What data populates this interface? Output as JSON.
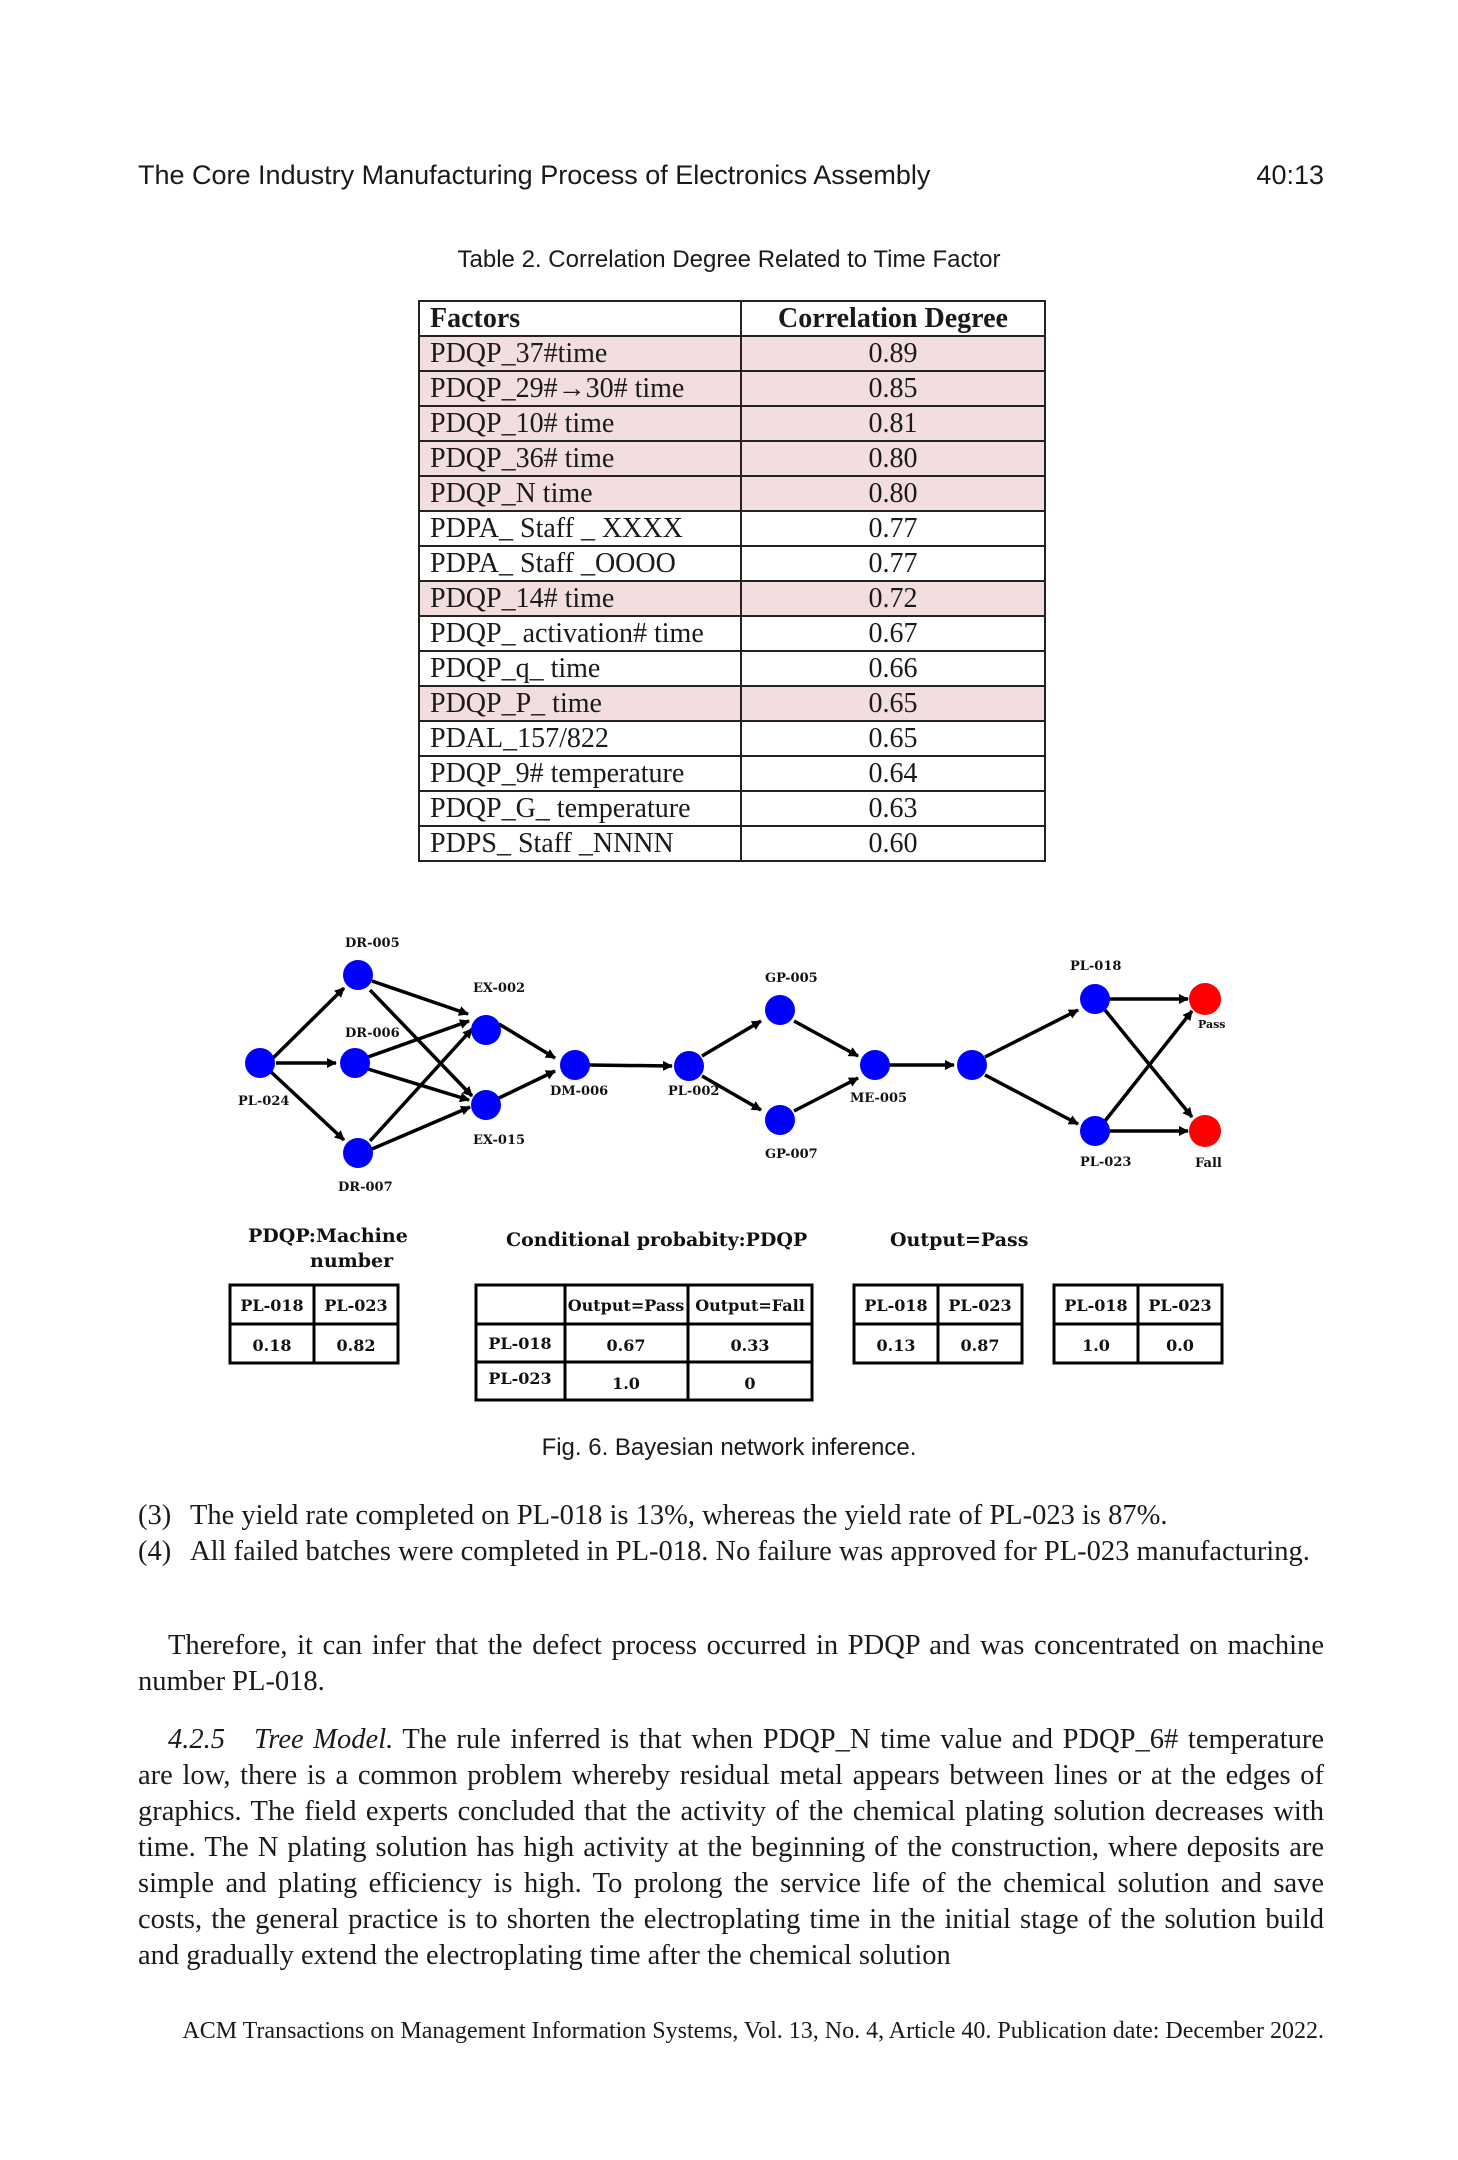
{
  "header": {
    "title": "The Core Industry Manufacturing Process of Electronics Assembly",
    "page": "40:13"
  },
  "table": {
    "caption": "Table 2.  Correlation Degree Related to Time Factor",
    "headers": [
      "Factors",
      "Correlation Degree"
    ],
    "rows": [
      {
        "factor": "PDQP_37#time",
        "value": "0.89",
        "highlight": true
      },
      {
        "factor": "PDQP_29#→30# time",
        "value": "0.85",
        "highlight": true
      },
      {
        "factor": "PDQP_10# time",
        "value": "0.81",
        "highlight": true
      },
      {
        "factor": "PDQP_36# time",
        "value": "0.80",
        "highlight": true
      },
      {
        "factor": "PDQP_N time",
        "value": "0.80",
        "highlight": true
      },
      {
        "factor": "PDPA_ Staff _ XXXX",
        "value": "0.77",
        "highlight": false
      },
      {
        "factor": "PDPA_ Staff _OOOO",
        "value": "0.77",
        "highlight": false
      },
      {
        "factor": "PDQP_14# time",
        "value": "0.72",
        "highlight": true
      },
      {
        "factor": "PDQP_ activation# time",
        "value": "0.67",
        "highlight": false
      },
      {
        "factor": "PDQP_q_ time",
        "value": "0.66",
        "highlight": false
      },
      {
        "factor": "PDQP_P_ time",
        "value": "0.65",
        "highlight": true
      },
      {
        "factor": "PDAL_157/822",
        "value": "0.65",
        "highlight": false
      },
      {
        "factor": "PDQP_9# temperature",
        "value": "0.64",
        "highlight": false
      },
      {
        "factor": "PDQP_G_ temperature",
        "value": "0.63",
        "highlight": false
      },
      {
        "factor": "PDPS_ Staff _NNNN",
        "value": "0.60",
        "highlight": false
      }
    ],
    "highlight_color": "#f2dede"
  },
  "figure": {
    "caption": "Fig. 6.  Bayesian network inference.",
    "node_color": "#0000ff",
    "end_color": "#ff0000",
    "nodes": {
      "pl024": "PL-024",
      "dr005": "DR-005",
      "dr006": "DR-006",
      "dr007": "DR-007",
      "ex002": "EX-002",
      "ex015": "EX-015",
      "dm006": "DM-006",
      "pl002": "PL-002",
      "gp005": "GP-005",
      "gp007": "GP-007",
      "me005": "ME-005",
      "pl018": "PL-018",
      "pl023": "PL-023",
      "pass": "Pass",
      "fall": "Fall"
    },
    "machine_title": "PDQP:Machine",
    "machine_title2": "number",
    "machine_table": {
      "h1": "PL-018",
      "h2": "PL-023",
      "v1": "0.18",
      "v2": "0.82"
    },
    "cond_title": "Conditional probabity:PDQP",
    "cond_table": {
      "h1": "Output=Pass",
      "h2": "Output=Fall",
      "r1": "PL-018",
      "r1v1": "0.67",
      "r1v2": "0.33",
      "r2": "PL-023",
      "r2v1": "1.0",
      "r2v2": "0"
    },
    "output_title": "Output=Pass",
    "out_table1": {
      "h1": "PL-018",
      "h2": "PL-023",
      "v1": "0.13",
      "v2": "0.87"
    },
    "out_table2": {
      "h1": "PL-018",
      "h2": "PL-023",
      "v1": "1.0",
      "v2": "0.0"
    }
  },
  "list": [
    {
      "num": "(3)",
      "text": "The yield rate completed on PL-018 is 13%, whereas the yield rate of PL-023 is 87%."
    },
    {
      "num": "(4)",
      "text": "All failed batches were completed in PL-018. No failure was approved for PL-023 manufacturing."
    }
  ],
  "paragraph1": "Therefore, it can infer that the defect process occurred in PDQP and was concentrated on machine number PL-018.",
  "section": {
    "number": "4.2.5",
    "title": "Tree Model.",
    "text": "The rule inferred is that when PDQP_N time value and PDQP_6# temperature are low, there is a common problem whereby residual metal appears between lines or at the edges of graphics. The field experts concluded that the activity of the chemical plating solution decreases with time. The N plating solution has high activity at the beginning of the construction, where deposits are simple and plating efficiency is high. To prolong the service life of the chemical solution and save costs, the general practice is to shorten the electroplating time in the initial stage of the solution build and gradually extend the electroplating time after the chemical solution"
  },
  "footer": "ACM Transactions on Management Information Systems, Vol. 13, No. 4, Article 40. Publication date: December 2022."
}
